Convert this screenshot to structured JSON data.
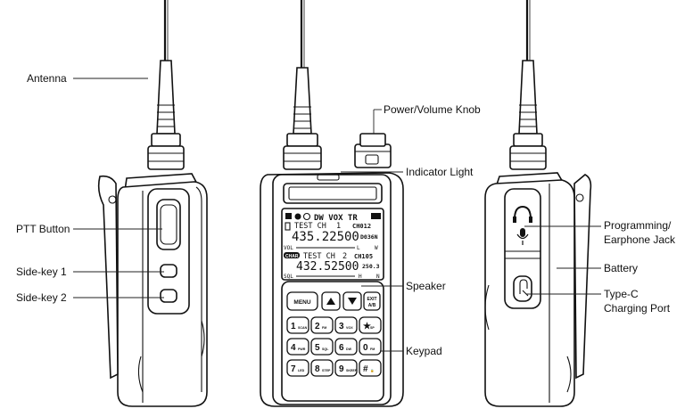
{
  "callouts": {
    "antenna": "Antenna",
    "ptt_button": "PTT Button",
    "side_key_1": "Side-key 1",
    "side_key_2": "Side-key 2",
    "power_volume_knob": "Power/Volume Knob",
    "indicator_light": "Indicator Light",
    "speaker": "Speaker",
    "keypad": "Keypad",
    "programming_jack_line1": "Programming/",
    "programming_jack_line2": "Earphone Jack",
    "battery": "Battery",
    "typec_line1": "Type-C",
    "typec_line2": "Charging Port"
  },
  "screen": {
    "status_row": "DW VOX TR",
    "ch1_name": "TEST CH",
    "ch1_num": "1",
    "ch1_id": "CH012",
    "ch1_freq": "435.22500",
    "ch1_tone": "D036N",
    "vol_label": "VOL",
    "ch1_l": "L",
    "ch1_w": "W",
    "ch2_badge": "CHAR",
    "ch2_name": "TEST CH",
    "ch2_num": "2",
    "ch2_id": "CH105",
    "ch2_freq": "432.52500",
    "ch2_tone": "250.3",
    "sql_label": "SQL",
    "ch2_h": "H",
    "ch2_n": "N"
  },
  "keypad": {
    "menu": "MENU",
    "exit_top": "EXIT",
    "exit_bottom": "A/B",
    "keys": [
      {
        "digit": "1",
        "sub": "SCAN"
      },
      {
        "digit": "2",
        "sub": "FM"
      },
      {
        "digit": "3",
        "sub": "VOX"
      },
      {
        "digit": "★",
        "sub": "SP"
      },
      {
        "digit": "4",
        "sub": "PWR"
      },
      {
        "digit": "5",
        "sub": "SQL"
      },
      {
        "digit": "6",
        "sub": "DW"
      },
      {
        "digit": "0",
        "sub": "FM"
      },
      {
        "digit": "7",
        "sub": "LED"
      },
      {
        "digit": "8",
        "sub": "STEP"
      },
      {
        "digit": "9",
        "sub": "SKEEP"
      },
      {
        "digit": "#",
        "sub": "🔒"
      }
    ]
  }
}
